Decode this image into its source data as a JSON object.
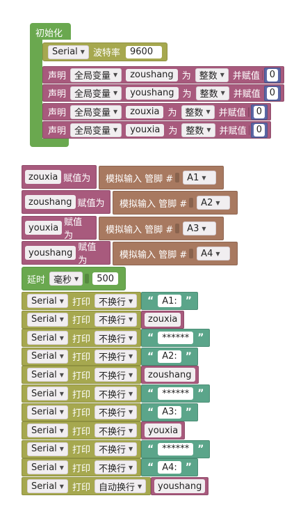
{
  "setup": {
    "title": "初始化",
    "serial": "Serial",
    "baud_label": "波特率",
    "baud": "9600",
    "declare_label": "声明",
    "scope": "全局变量",
    "as_label": "为",
    "type": "整数",
    "assign_label": "并赋值",
    "vars": [
      {
        "name": "zoushang",
        "value": "0"
      },
      {
        "name": "youshang",
        "value": "0"
      },
      {
        "name": "zouxia",
        "value": "0"
      },
      {
        "name": "youxia",
        "value": "0"
      }
    ]
  },
  "assigns": {
    "assign_label": "赋值为",
    "read_label": "模拟输入 管脚 #",
    "items": [
      {
        "var": "zouxia",
        "pin": "A1"
      },
      {
        "var": "zoushang",
        "pin": "A2"
      },
      {
        "var": "youxia",
        "pin": "A3"
      },
      {
        "var": "youshang",
        "pin": "A4"
      }
    ]
  },
  "delay": {
    "label": "延时",
    "unit": "毫秒",
    "value": "500"
  },
  "prints": {
    "serial": "Serial",
    "print_label": "打印",
    "mode_no": "不换行",
    "mode_yes": "自动换行",
    "open_q": "“",
    "close_q": "”",
    "items": [
      {
        "kind": "text",
        "value": "A1:"
      },
      {
        "kind": "var",
        "value": "zouxia"
      },
      {
        "kind": "text",
        "value": "******"
      },
      {
        "kind": "text",
        "value": "A2:"
      },
      {
        "kind": "var",
        "value": "zoushang"
      },
      {
        "kind": "text",
        "value": "******"
      },
      {
        "kind": "text",
        "value": "A3:"
      },
      {
        "kind": "var",
        "value": "youxia"
      },
      {
        "kind": "text",
        "value": "******"
      },
      {
        "kind": "text",
        "value": "A4:"
      },
      {
        "kind": "var",
        "value": "youshang"
      }
    ]
  },
  "colors": {
    "setup": "#6aa84f",
    "serial": "#a6a84f",
    "declare": "#a85a7d",
    "analog": "#a87960",
    "text": "#5ba58a",
    "number": "#5b67a5"
  }
}
